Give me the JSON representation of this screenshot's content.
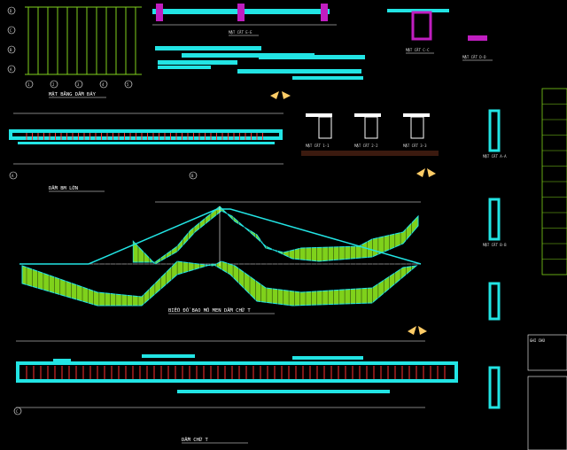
{
  "drawing": {
    "titles": {
      "plan": "MẶT BẰNG DẦM ĐÁY",
      "beam1": "DẦM BM LỚN",
      "moment_diagram": "BIỂU ĐỒ BAO MÔ MEN DẦM CHỮ T",
      "beam2": "DẦM CHỮ T",
      "section_a": "MẶT CẮT A-A",
      "section_b": "MẶT CẮT B-B",
      "section_c": "MẶT CẮT C-C",
      "section_d": "MẶT CẮT D-D",
      "section_e": "MẶT CẮT E-E",
      "section_1": "MẶT CẮT 1-1",
      "section_2": "MẶT CẮT 2-2",
      "section_3": "MẶT CẮT 3-3",
      "notes_header": "GHI CHÚ"
    },
    "grid_letters": [
      "D",
      "C",
      "B",
      "A"
    ],
    "grid_numbers": [
      "1",
      "2",
      "3",
      "4",
      "5"
    ],
    "axis_marks": [
      "A",
      "B",
      "C"
    ],
    "title_block_rows": [
      "",
      "",
      "",
      "",
      "",
      ""
    ],
    "colors": {
      "background": "#000000",
      "rebar": "#22e4e4",
      "hatch_fill": "#7fd11b",
      "concrete": "#c01ec0",
      "dimension": "#ffffff",
      "axis_red": "#ff3030",
      "arrow_marker": "#ffcc66"
    }
  }
}
